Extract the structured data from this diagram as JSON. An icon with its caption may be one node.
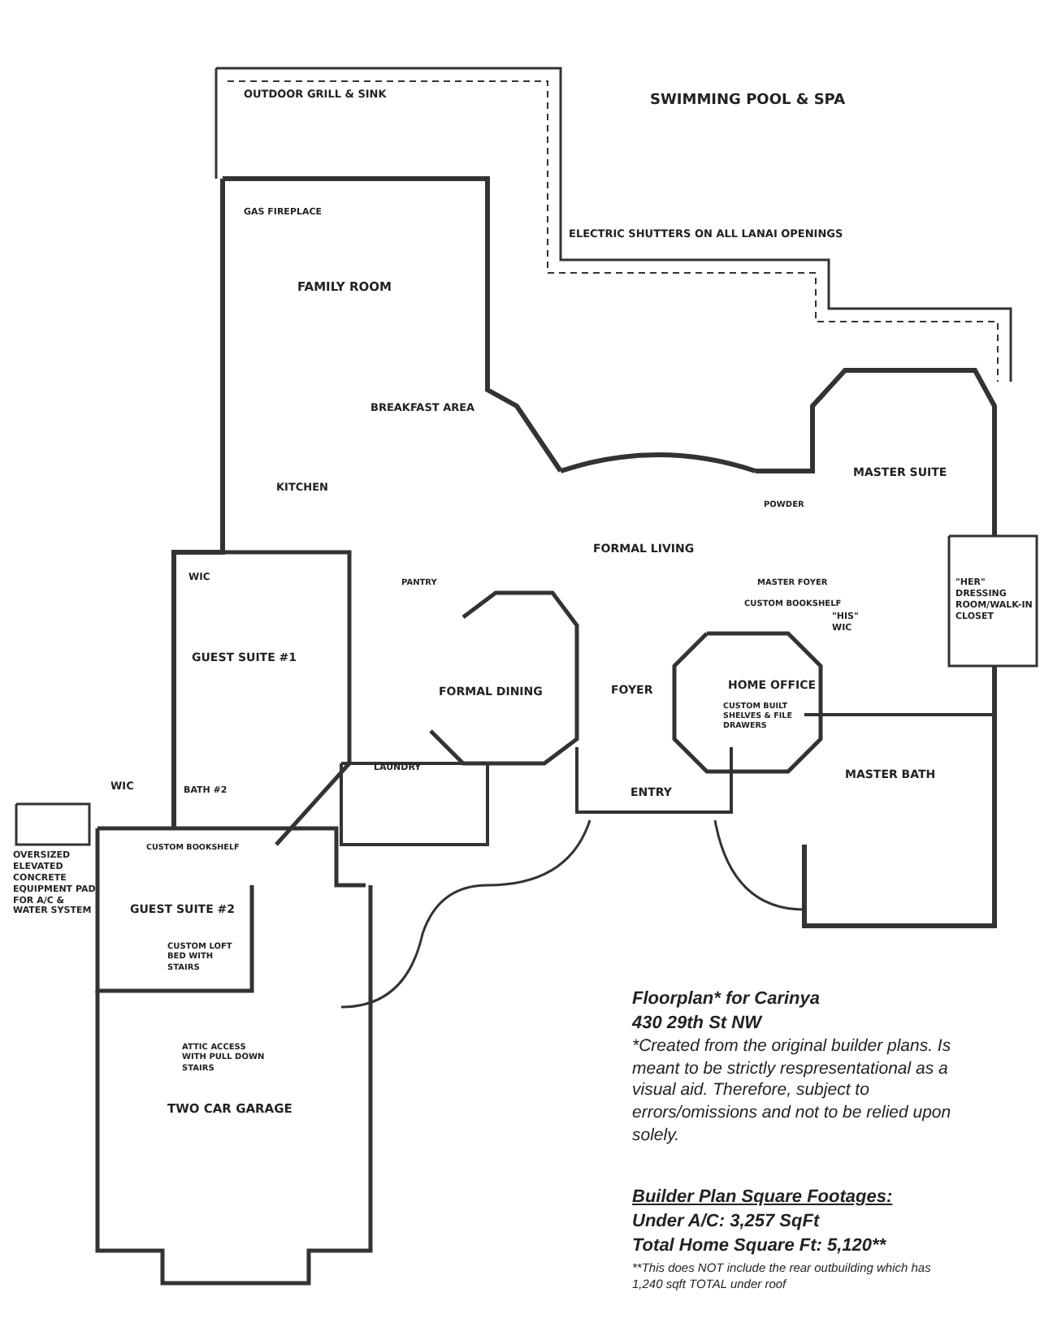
{
  "diagram": {
    "labels": [
      "OUTDOOR GRILL & SINK",
      "SWIMMING POOL & SPA",
      "GAS FIREPLACE",
      "ELECTRIC SHUTTERS ON ALL LANAI OPENINGS",
      "FAMILY ROOM",
      "BREAKFAST AREA",
      "KITCHEN",
      "MASTER SUITE",
      "POWDER",
      "FORMAL LIVING",
      "WIC",
      "PANTRY",
      "MASTER FOYER",
      "CUSTOM BOOKSHELF",
      "\"HER\" DRESSING ROOM/WALK-IN CLOSET",
      "\"HIS\" WIC",
      "GUEST SUITE #1",
      "FORMAL DINING",
      "FOYER",
      "HOME OFFICE",
      "CUSTOM BUILT SHELVES & FILE DRAWERS",
      "WIC",
      "BATH #2",
      "LAUNDRY",
      "ENTRY",
      "MASTER BATH",
      "CUSTOM BOOKSHELF",
      "OVERSIZED ELEVATED CONCRETE EQUIPMENT PAD FOR A/C & WATER SYSTEM",
      "GUEST SUITE #2",
      "CUSTOM LOFT BED WITH STAIRS",
      "ATTIC ACCESS WITH PULL DOWN STAIRS",
      "TWO CAR GARAGE",
      "Floorplan* for Carinya",
      "430 29th St NW",
      "*Created from the original builder plans. Is meant to be strictly respresentational as a visual aid. Therefore, subject to errors/omissions and not to be relied upon solely.",
      "Builder Plan Square Footages:",
      "Under A/C: 3,257 SqFt",
      "Total Home Square Ft: 5,120**",
      "**This does NOT include the rear outbuilding which has 1,240 sqft TOTAL under roof"
    ]
  }
}
